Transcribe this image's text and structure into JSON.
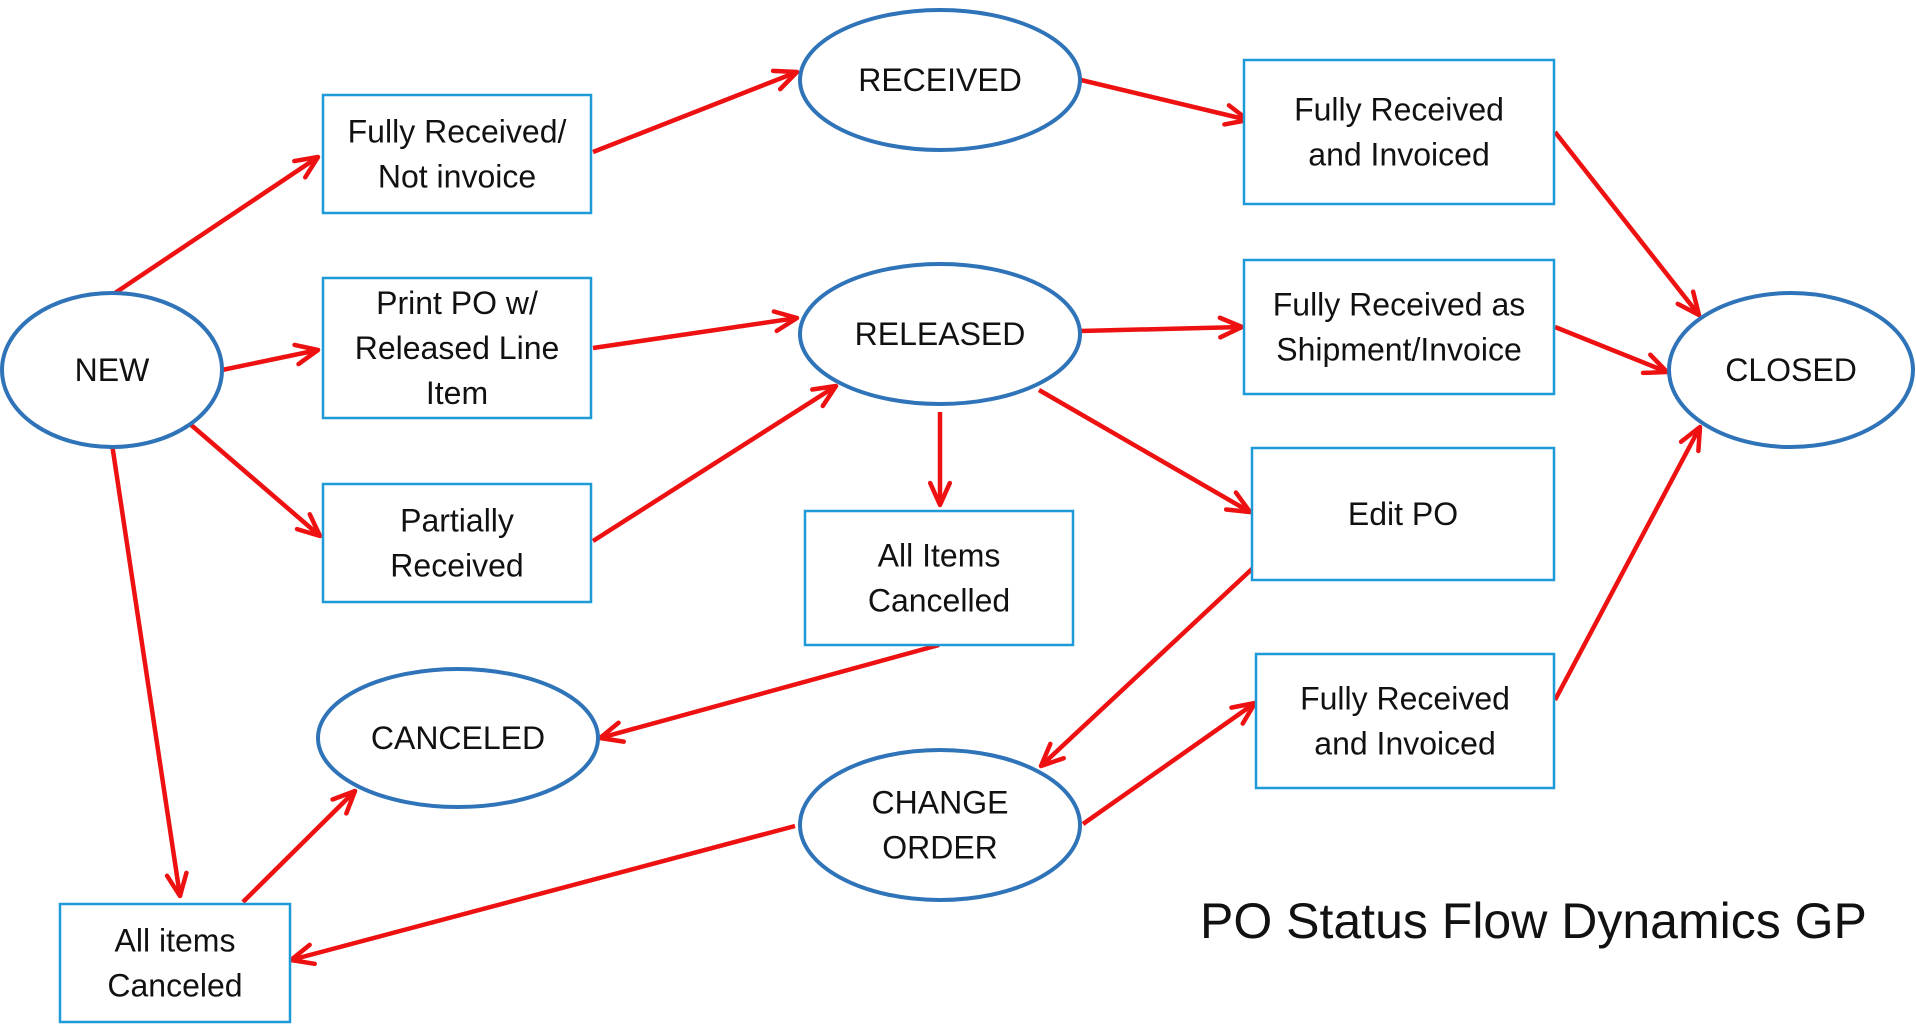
{
  "title": "PO Status Flow Dynamics GP",
  "colors": {
    "arrow": "#ee1111",
    "box_border": "#1e9bd7",
    "ellipse_border": "#2f73b8",
    "text": "#111111"
  },
  "nodes": {
    "new": {
      "shape": "ellipse",
      "lines": [
        "NEW"
      ]
    },
    "fully_received_not_invoice": {
      "shape": "rect",
      "lines": [
        "Fully Received/",
        "Not invoice"
      ]
    },
    "print_po": {
      "shape": "rect",
      "lines": [
        "Print PO w/",
        "Released Line",
        "Item"
      ]
    },
    "partially_received": {
      "shape": "rect",
      "lines": [
        "Partially",
        "Received"
      ]
    },
    "received": {
      "shape": "ellipse",
      "lines": [
        "RECEIVED"
      ]
    },
    "released": {
      "shape": "ellipse",
      "lines": [
        "RELEASED"
      ]
    },
    "all_items_cancelled": {
      "shape": "rect",
      "lines": [
        "All Items",
        "Cancelled"
      ]
    },
    "canceled": {
      "shape": "ellipse",
      "lines": [
        "CANCELED"
      ]
    },
    "change_order": {
      "shape": "ellipse",
      "lines": [
        "CHANGE",
        "ORDER"
      ]
    },
    "all_items_canceled": {
      "shape": "rect",
      "lines": [
        "All items",
        "Canceled"
      ]
    },
    "fully_received_invoiced_top": {
      "shape": "rect",
      "lines": [
        "Fully Received",
        "and Invoiced"
      ]
    },
    "fully_received_shipment": {
      "shape": "rect",
      "lines": [
        "Fully Received as",
        "Shipment/Invoice"
      ]
    },
    "edit_po": {
      "shape": "rect",
      "lines": [
        "Edit PO"
      ]
    },
    "fully_received_invoiced_bottom": {
      "shape": "rect",
      "lines": [
        "Fully Received",
        "and Invoiced"
      ]
    },
    "closed": {
      "shape": "ellipse",
      "lines": [
        "CLOSED"
      ]
    }
  },
  "edges": [
    {
      "from": "new",
      "to": "fully_received_not_invoice"
    },
    {
      "from": "new",
      "to": "print_po"
    },
    {
      "from": "new",
      "to": "partially_received"
    },
    {
      "from": "new",
      "to": "all_items_canceled"
    },
    {
      "from": "fully_received_not_invoice",
      "to": "received"
    },
    {
      "from": "print_po",
      "to": "released"
    },
    {
      "from": "partially_received",
      "to": "released"
    },
    {
      "from": "received",
      "to": "fully_received_invoiced_top"
    },
    {
      "from": "released",
      "to": "fully_received_shipment"
    },
    {
      "from": "released",
      "to": "all_items_cancelled"
    },
    {
      "from": "released",
      "to": "edit_po"
    },
    {
      "from": "all_items_cancelled",
      "to": "canceled"
    },
    {
      "from": "all_items_canceled",
      "to": "canceled"
    },
    {
      "from": "edit_po",
      "to": "change_order"
    },
    {
      "from": "change_order",
      "to": "all_items_canceled"
    },
    {
      "from": "change_order",
      "to": "fully_received_invoiced_bottom"
    },
    {
      "from": "fully_received_invoiced_top",
      "to": "closed"
    },
    {
      "from": "fully_received_shipment",
      "to": "closed"
    },
    {
      "from": "fully_received_invoiced_bottom",
      "to": "closed"
    }
  ]
}
